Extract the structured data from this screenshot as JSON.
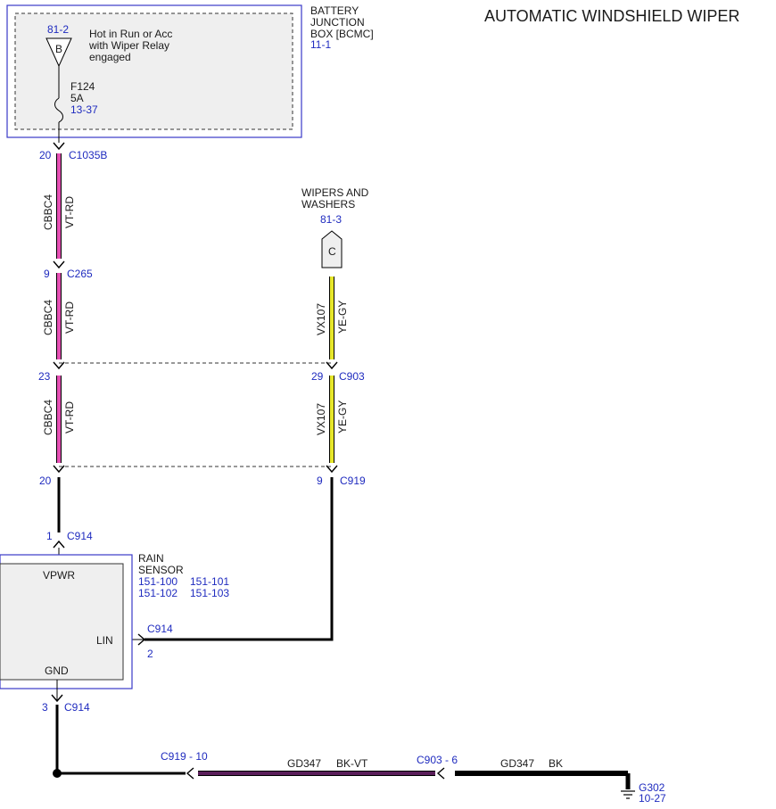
{
  "title": "AUTOMATIC WINDSHIELD WIPER",
  "bjb": {
    "name_lines": [
      "BATTERY",
      "JUNCTION",
      "BOX [BCMC]"
    ],
    "ref": "11-1",
    "source_ref": "81-2",
    "source_letter": "B",
    "hot_lines": [
      "Hot in Run or Acc",
      "with Wiper Relay",
      "engaged"
    ],
    "fuse_name": "F124",
    "fuse_rating": "5A",
    "fuse_ref": "13-37"
  },
  "wipers": {
    "name_lines": [
      "WIPERS AND",
      "WASHERS"
    ],
    "ref": "81-3",
    "letter": "C"
  },
  "connectors": {
    "c1035b_pin": "20",
    "c1035b": "C1035B",
    "c265_pin": "9",
    "c265": "C265",
    "c903_left_pin": "23",
    "c903_right_pin": "29",
    "c903": "C903",
    "c919_left_pin": "20",
    "c919_right_pin": "9",
    "c919": "C919",
    "c914_pin1": "1",
    "c914_pin2": "2",
    "c914_pin3": "3",
    "c914": "C914"
  },
  "wires": {
    "left_circuit": "CBBC4",
    "left_color": "VT-RD",
    "right_circuit": "VX107",
    "right_color": "YE-GY",
    "gnd_circuit": "GD347",
    "gnd_color_a": "BK-VT",
    "gnd_color_b": "BK",
    "c919_splice": "C919  -  10",
    "c903_splice": "C903  -  6"
  },
  "rain_sensor": {
    "name_lines": [
      "RAIN",
      "SENSOR"
    ],
    "refs": [
      "151-100",
      "151-101",
      "151-102",
      "151-103"
    ],
    "vpwr": "VPWR",
    "lin": "LIN",
    "gnd": "GND"
  },
  "ground": {
    "name": "G302",
    "ref": "10-27"
  },
  "colors": {
    "vt_rd": "#e64fb4",
    "ye_gy": "#e6e62a",
    "bk_vt": "#5a1e5a",
    "blue_label": "#1f2bbf",
    "box_border": "#3a3ac8",
    "box_fill": "#efefef"
  }
}
